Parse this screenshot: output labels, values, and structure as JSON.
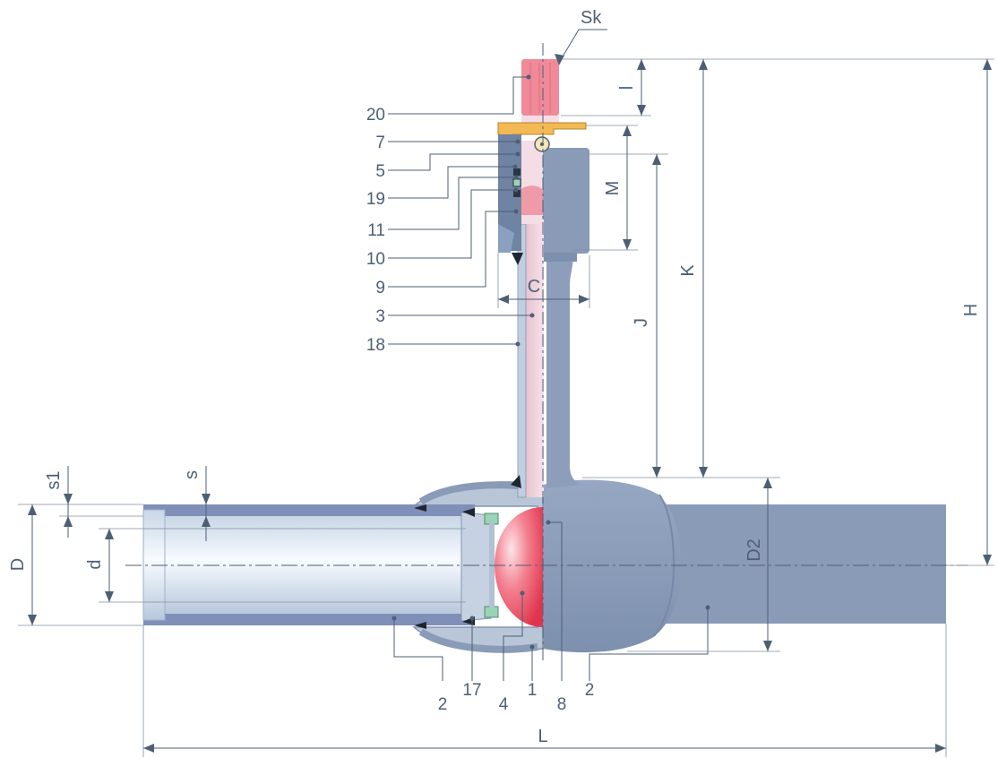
{
  "diagram": {
    "part_labels": {
      "p20": "20",
      "p7": "7",
      "p5": "5",
      "p19": "19",
      "p11": "11",
      "p10": "10",
      "p9": "9",
      "p3": "3",
      "p18": "18",
      "p2a": "2",
      "p17": "17",
      "p4": "4",
      "p1": "1",
      "p8": "8",
      "p2b": "2"
    },
    "dimension_labels": {
      "sk": "Sk",
      "l": "l",
      "m": "M",
      "c": "C",
      "j": "J",
      "k": "K",
      "h": "H",
      "s1": "s1",
      "s": "s",
      "d_outer": "D",
      "d_inner": "d",
      "d2": "D2",
      "length": "L"
    },
    "colors": {
      "body": "#8a9bb8",
      "body_dark": "#6f83a3",
      "section": "#b9c6d8",
      "stem": "#efd2dc",
      "ball": "#f06a7e",
      "gland": "#f2b955",
      "seal": "#9bd3b8",
      "key": "#f08a98",
      "pipe_inner": "#dfeaf5",
      "dim": "#4d5f75"
    }
  }
}
